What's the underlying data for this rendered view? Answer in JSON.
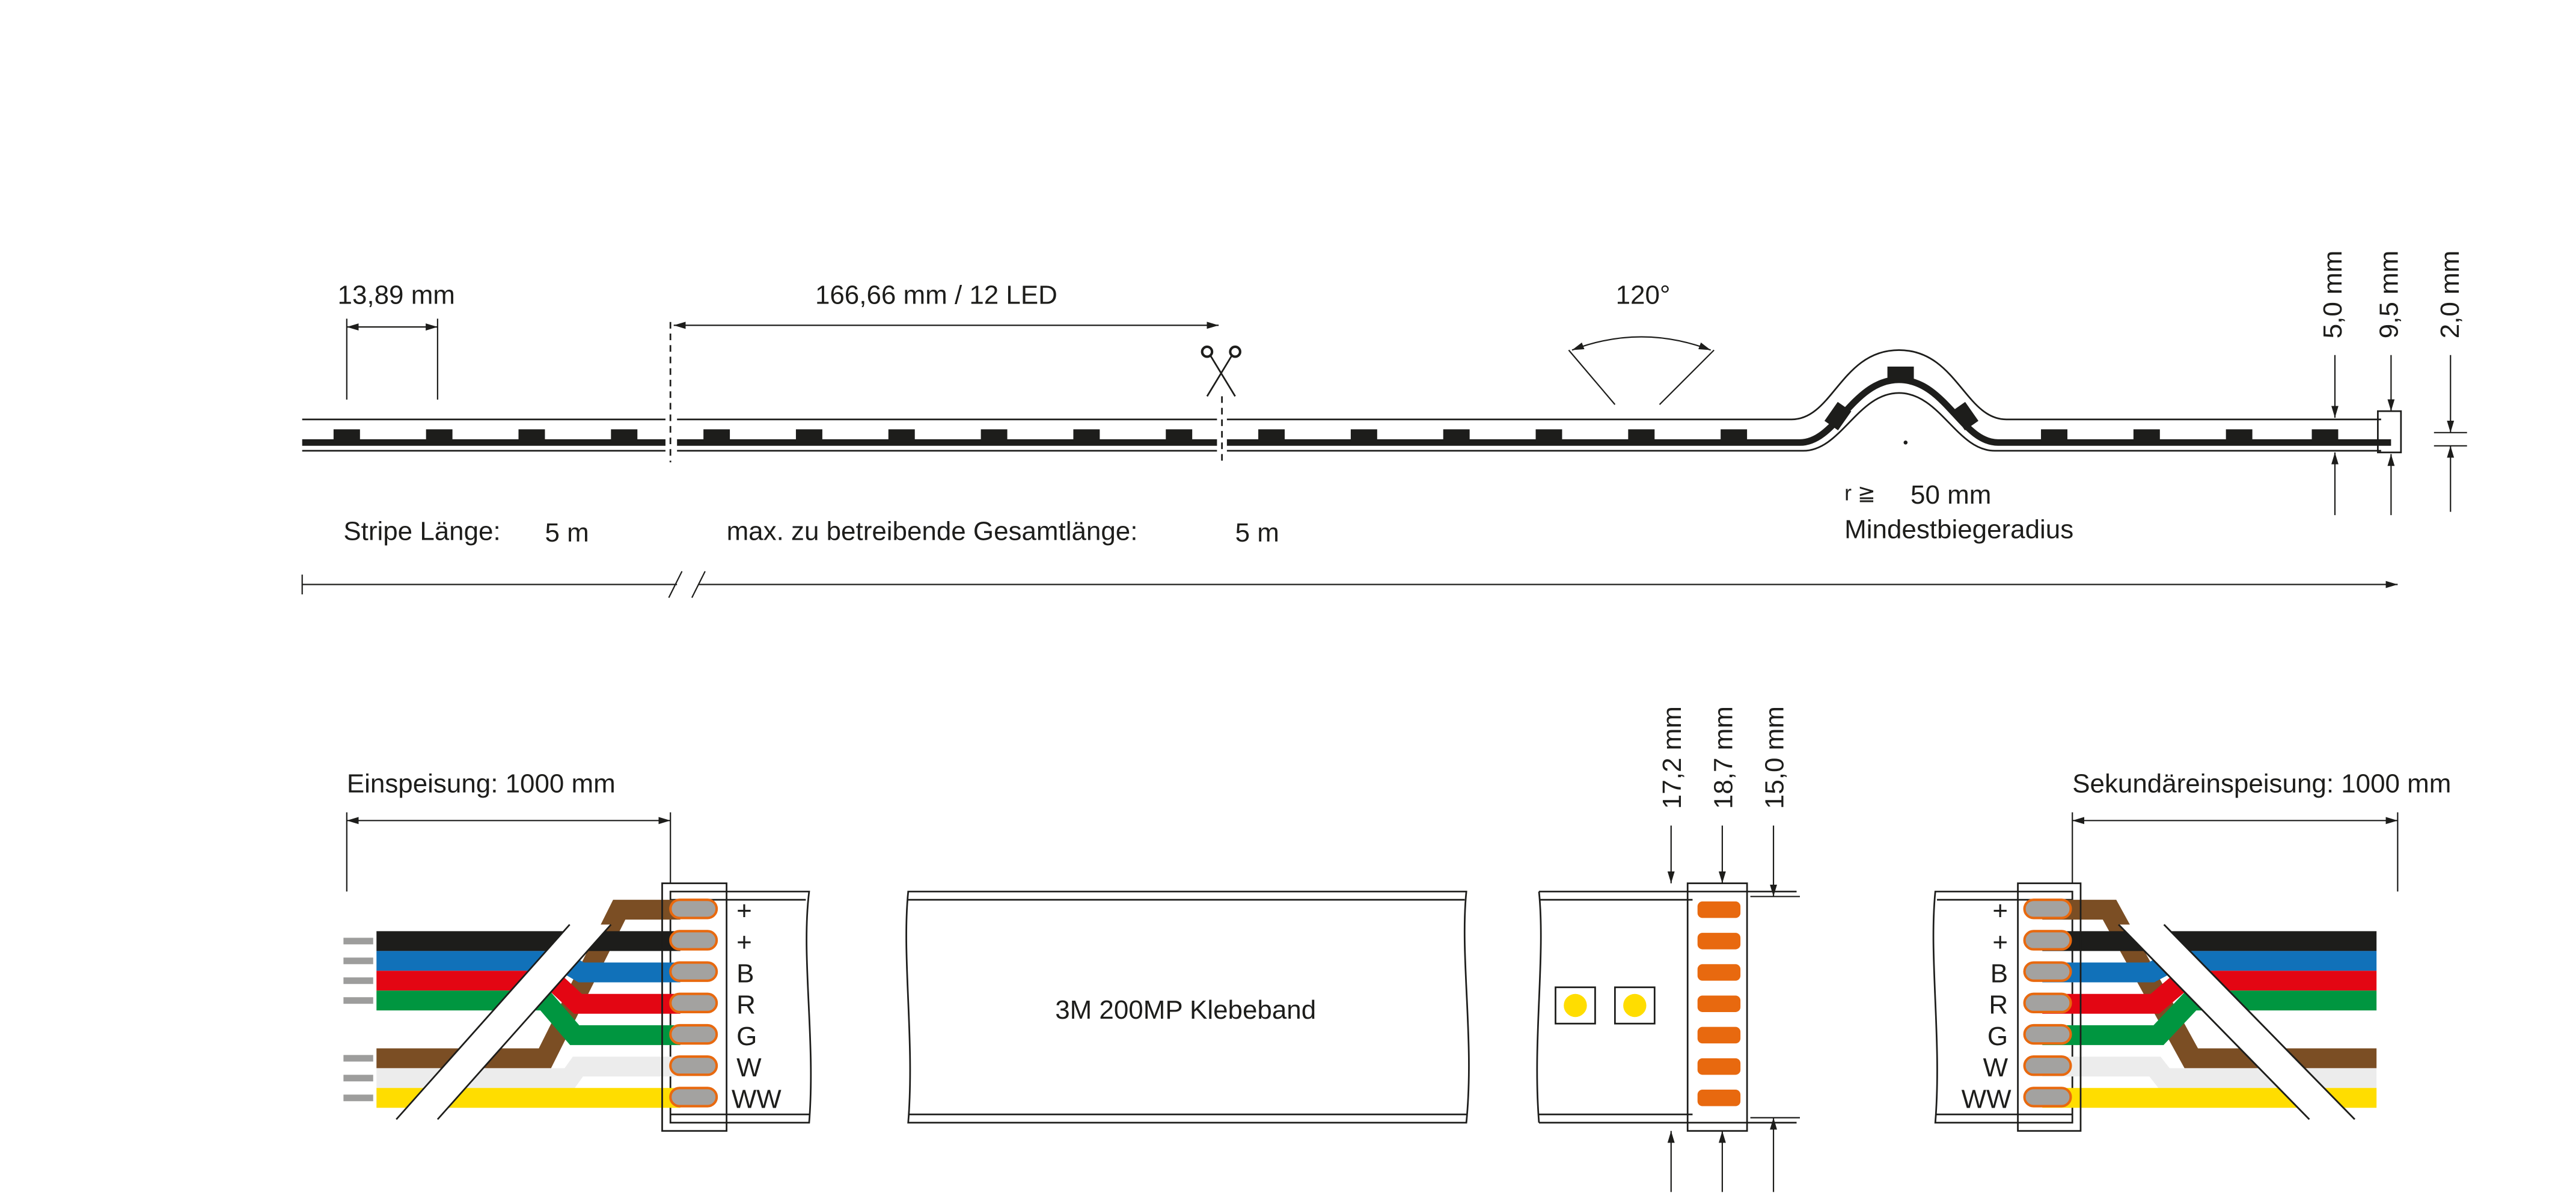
{
  "top_view": {
    "led_pitch": "13,89 mm",
    "segment": "166,66 mm / 12 LED",
    "beam_angle": "120°",
    "bend_radius_prefix": "r ≧",
    "bend_radius_value": "50 mm",
    "bend_radius_label": "Mindestbiegeradius",
    "stripe_length_label": "Stripe Länge:",
    "stripe_length_value": "5 m",
    "max_length_label": "max. zu betreibende Gesamtlänge:",
    "max_length_value": "5 m",
    "dim_led_height": "5,0 mm",
    "dim_total_height": "9,5 mm",
    "dim_pcb": "2,0 mm"
  },
  "bottom_view": {
    "feed_label": "Einspeisung: 1000 mm",
    "secondary_feed_label": "Sekundäreinspeisung: 1000 mm",
    "tape_label": "3M 200MP Klebeband",
    "dim_a": "17,2 mm",
    "dim_b": "18,7 mm",
    "dim_c": "15,0 mm",
    "pins": [
      "+",
      "+",
      "B",
      "R",
      "G",
      "W",
      "WW"
    ]
  },
  "colors": {
    "black": "#1d1d1b",
    "blue": "#1171b9",
    "red": "#e30613",
    "green": "#009640",
    "brown": "#7b4e24",
    "white": "#ececec",
    "yellow": "#ffdd00",
    "pad": "#e8690f"
  }
}
